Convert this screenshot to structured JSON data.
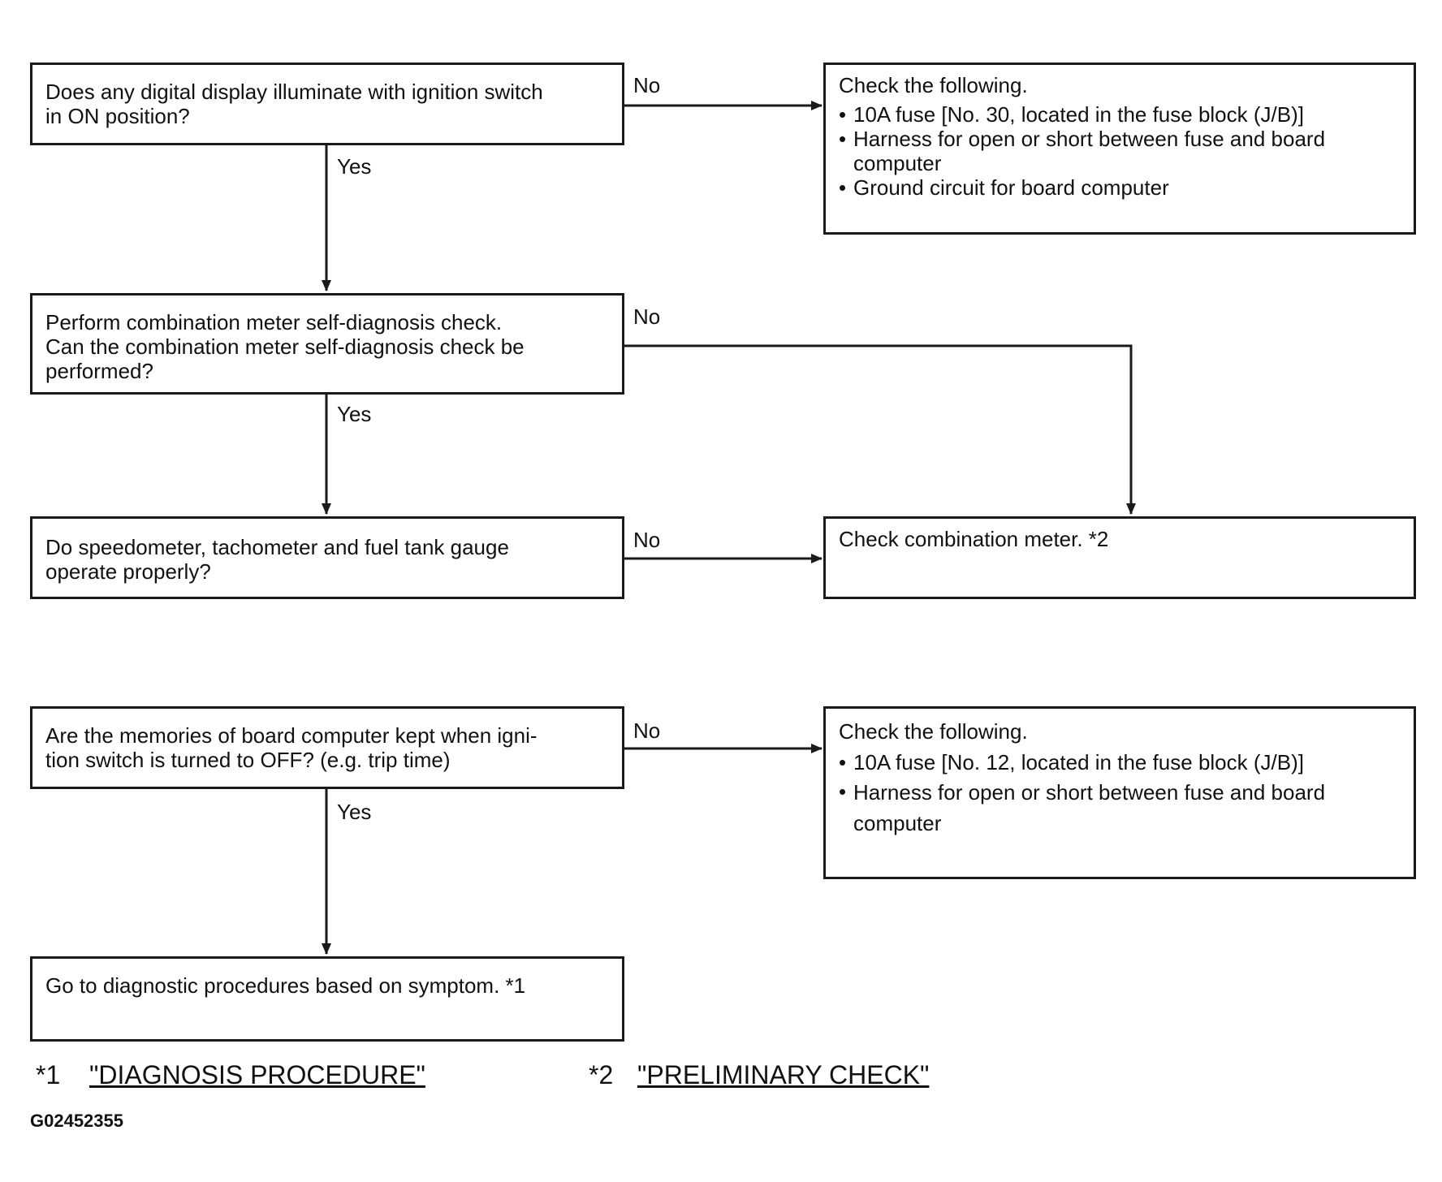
{
  "q1": {
    "text": "Does any digital display illuminate with ignition switch\nin ON position?"
  },
  "q2": {
    "text": "Perform combination meter self-diagnosis check.\nCan the combination meter self-diagnosis check be\nperformed?"
  },
  "q3": {
    "text": "Do speedometer, tachometer and fuel tank gauge\noperate properly?"
  },
  "q4": {
    "text": "Are the memories of board computer kept when igni-\ntion switch is turned to OFF? (e.g. trip time)"
  },
  "end": {
    "text": "Go to diagnostic procedures based on symptom. *1"
  },
  "r1": {
    "heading": "Check the following.",
    "items": [
      "10A fuse [No. 30, located in the fuse block (J/B)]",
      "Harness for open or short between fuse and board\ncomputer",
      "Ground circuit for board computer"
    ]
  },
  "r2": {
    "text": "Check combination meter. *2"
  },
  "r3": {
    "heading": "Check the following.",
    "items": [
      "10A fuse [No. 12, located in the fuse block (J/B)]",
      "Harness  for open or short between fuse and board\ncomputer"
    ]
  },
  "labels": {
    "no": "No",
    "yes": "Yes",
    "bullet": "•"
  },
  "footnotes": {
    "n1_mark": "*1",
    "n1_text": "\"DIAGNOSIS PROCEDURE\"",
    "n2_mark": "*2",
    "n2_text": "\"PRELIMINARY CHECK\""
  },
  "figure_id": "G02452355"
}
